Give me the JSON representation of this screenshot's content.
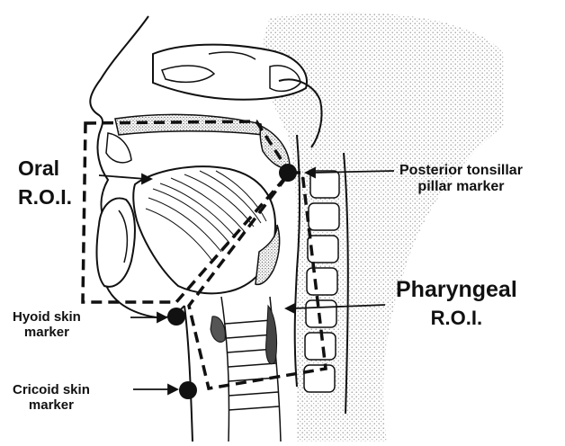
{
  "labels": {
    "oral_roi_line1": "Oral",
    "oral_roi_line2": "R.O.I.",
    "posterior_marker_line1": "Posterior tonsillar",
    "posterior_marker_line2": "pillar marker",
    "pharyngeal_roi_line1": "Pharyngeal",
    "pharyngeal_roi_line2": "R.O.I.",
    "hyoid_marker_line1": "Hyoid skin",
    "hyoid_marker_line2": "marker",
    "cricoid_marker_line1": "Cricoid skin",
    "cricoid_marker_line2": "marker"
  },
  "colors": {
    "ink": "#111111",
    "stipple": "#c9c9c9",
    "background": "#ffffff"
  },
  "markers": [
    "posterior-tonsillar-pillar-marker",
    "hyoid-skin-marker",
    "cricoid-skin-marker"
  ]
}
